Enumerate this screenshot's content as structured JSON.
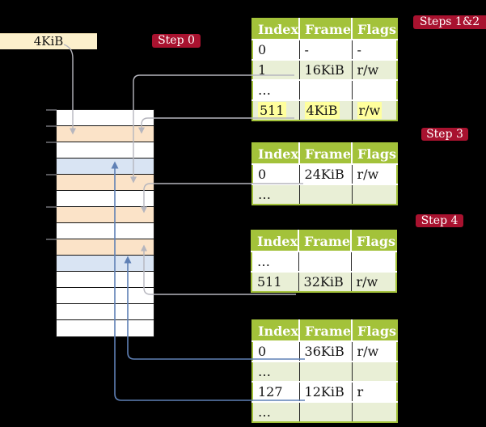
{
  "frame_label": {
    "text": "4KiB"
  },
  "badges": [
    {
      "id": "step0",
      "label": "Step 0"
    },
    {
      "id": "steps12",
      "label": "Steps 1&2"
    },
    {
      "id": "step3",
      "label": "Step 3"
    },
    {
      "id": "step4",
      "label": "Step 4"
    }
  ],
  "memory": {
    "rows": [
      "white",
      "orange",
      "white",
      "blue",
      "orange",
      "white",
      "orange",
      "white",
      "orange",
      "blue",
      "white",
      "white",
      "white",
      "white"
    ]
  },
  "tables": [
    {
      "name": "steps-1-2-table",
      "headers": [
        "Index",
        "Frame",
        "Flags"
      ],
      "rows": [
        {
          "cells": [
            "0",
            "-",
            "-"
          ]
        },
        {
          "cells": [
            "1",
            "16KiB",
            "r/w"
          ]
        },
        {
          "cells": [
            "…",
            "",
            ""
          ]
        },
        {
          "cells": [
            "511",
            "4KiB",
            "r/w"
          ],
          "highlight": true
        }
      ]
    },
    {
      "name": "step-3-table",
      "headers": [
        "Index",
        "Frame",
        "Flags"
      ],
      "rows": [
        {
          "cells": [
            "0",
            "24KiB",
            "r/w"
          ]
        },
        {
          "cells": [
            "…",
            "",
            ""
          ]
        }
      ]
    },
    {
      "name": "step-4-table",
      "headers": [
        "Index",
        "Frame",
        "Flags"
      ],
      "rows": [
        {
          "cells": [
            "…",
            "",
            ""
          ]
        },
        {
          "cells": [
            "511",
            "32KiB",
            "r/w"
          ]
        }
      ]
    },
    {
      "name": "leaf-table",
      "headers": [
        "Index",
        "Frame",
        "Flags"
      ],
      "rows": [
        {
          "cells": [
            "0",
            "36KiB",
            "r/w"
          ]
        },
        {
          "cells": [
            "…",
            "",
            ""
          ]
        },
        {
          "cells": [
            "127",
            "12KiB",
            "r"
          ]
        },
        {
          "cells": [
            "…",
            "",
            ""
          ]
        }
      ]
    }
  ],
  "connections": [
    {
      "from": "4KiB label",
      "to": "memory row 2",
      "color": "gray"
    },
    {
      "from": "steps-1-2-table index 1",
      "to": "memory row 5",
      "color": "gray"
    },
    {
      "from": "steps-1-2-table index 511",
      "to": "memory row 2",
      "color": "gray"
    },
    {
      "from": "step-3-table index 0",
      "to": "memory row 7",
      "color": "gray"
    },
    {
      "from": "step-4-table index 511",
      "to": "memory row 9",
      "color": "gray"
    },
    {
      "from": "leaf-table index 0",
      "to": "memory row 10",
      "color": "blue"
    },
    {
      "from": "leaf-table index 127",
      "to": "memory row 4",
      "color": "blue"
    }
  ],
  "palette": {
    "background": "#000000",
    "header_green": "#a3c23a",
    "row_green": "#e9efd6",
    "frame_orange": "#fbe3c8",
    "frame_blue": "#d9e4f3",
    "badge_red": "#a8122f",
    "highlight_yellow": "#ffff9d",
    "label_cream": "#fcf0cc",
    "arrow_gray": "#b6b6be",
    "arrow_blue": "#5f80b5"
  }
}
